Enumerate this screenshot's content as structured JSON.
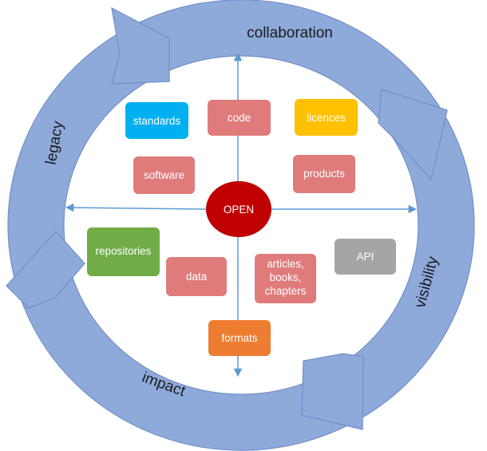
{
  "center": {
    "label": "OPEN",
    "color": "#c00000"
  },
  "ring": {
    "color": "#8eaadb",
    "stroke": "#6f8fc8",
    "labels": {
      "collaboration": "collaboration",
      "visibility": "visibility",
      "impact": "impact",
      "legacy": "legacy"
    }
  },
  "axes": {
    "color": "#5b9bd5"
  },
  "nodes": {
    "code": {
      "lines": [
        "code"
      ],
      "color": "#e07b7b"
    },
    "standards": {
      "lines": [
        "standards"
      ],
      "color": "#00b0f0"
    },
    "licences": {
      "lines": [
        "licences"
      ],
      "color": "#ffc000"
    },
    "software": {
      "lines": [
        "software"
      ],
      "color": "#e07b7b"
    },
    "products": {
      "lines": [
        "products"
      ],
      "color": "#e07b7b"
    },
    "repositories": {
      "lines": [
        "repositories"
      ],
      "color": "#70ad47"
    },
    "data": {
      "lines": [
        "data"
      ],
      "color": "#e07b7b"
    },
    "articles": {
      "lines": [
        "articles,",
        "books,",
        "chapters"
      ],
      "color": "#e07b7b"
    },
    "api": {
      "lines": [
        "API"
      ],
      "color": "#a5a5a5"
    },
    "formats": {
      "lines": [
        "formats"
      ],
      "color": "#ed7d31"
    }
  }
}
